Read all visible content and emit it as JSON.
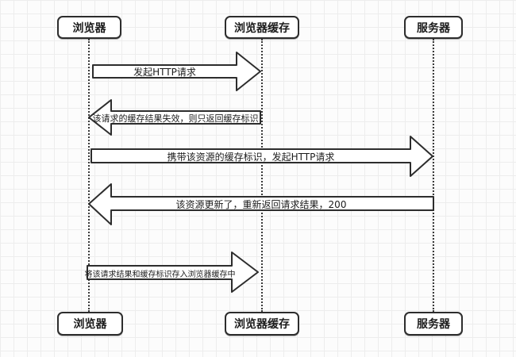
{
  "diagram": {
    "type": "sequence-diagram",
    "topic": "browser-http-cache-flow",
    "actors": [
      {
        "id": "browser",
        "label": "浏览器"
      },
      {
        "id": "browser-cache",
        "label": "浏览器缓存"
      },
      {
        "id": "server",
        "label": "服务器"
      }
    ],
    "messages": [
      {
        "label": "发起HTTP请求",
        "from": "浏览器",
        "to": "浏览器缓存",
        "direction": "right"
      },
      {
        "label": "该请求的缓存结果失效，则只返回缓存标识",
        "from": "浏览器缓存",
        "to": "浏览器",
        "direction": "left"
      },
      {
        "label": "携带该资源的缓存标识，发起HTTP请求",
        "from": "浏览器",
        "to": "服务器",
        "direction": "right"
      },
      {
        "label": "该资源更新了，重新返回请求结果，200",
        "from": "服务器",
        "to": "浏览器",
        "direction": "left"
      },
      {
        "label": "将该请求结果和缓存标识存入浏览器缓存中",
        "from": "浏览器",
        "to": "浏览器缓存",
        "direction": "right"
      }
    ],
    "colors": {
      "stroke": "#2d2d2d",
      "shape_fill": "#ffffff",
      "background": "#fcfcfc",
      "grid_line": "#ededed",
      "text": "#1c1c1c"
    }
  }
}
